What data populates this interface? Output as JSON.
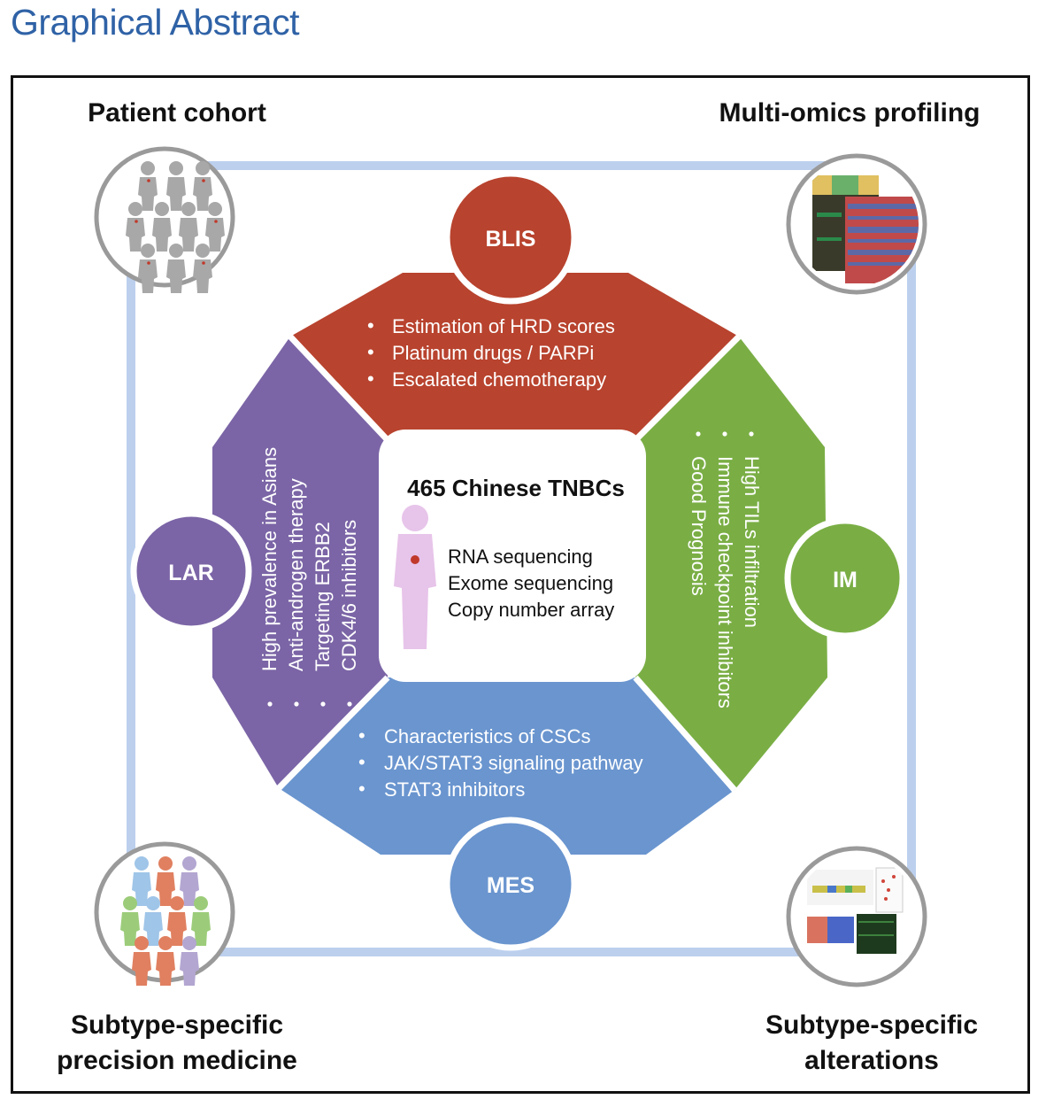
{
  "page_title": "Graphical Abstract",
  "corners": {
    "top_left": "Patient cohort",
    "top_right": "Multi-omics profiling",
    "bottom_left_line1": "Subtype-specific",
    "bottom_left_line2": "precision medicine",
    "bottom_right_line1": "Subtype-specific",
    "bottom_right_line2": "alterations"
  },
  "center": {
    "title": "465 Chinese TNBCs",
    "methods": [
      "RNA sequencing",
      "Exome sequencing",
      "Copy number array"
    ]
  },
  "subtypes": {
    "blis": {
      "label": "BLIS",
      "color": "#b8432e",
      "bullets": [
        "Estimation of HRD scores",
        "Platinum drugs / PARPi",
        "Escalated chemotherapy"
      ]
    },
    "im": {
      "label": "IM",
      "color": "#7aae45",
      "bullets": [
        "High TILs infiltration",
        "Immune checkpoint inhibitors",
        "Good Prognosis"
      ]
    },
    "mes": {
      "label": "MES",
      "color": "#6a95cf",
      "bullets": [
        "Characteristics of CSCs",
        "JAK/STAT3 signaling pathway",
        "STAT3 inhibitors"
      ]
    },
    "lar": {
      "label": "LAR",
      "color": "#7b65a6",
      "bullets": [
        "High prevalence in Asians",
        "Anti-androgen therapy",
        "Targeting ERBB2",
        "CDK4/6 inhibitors"
      ]
    }
  },
  "bullet_char": "•"
}
